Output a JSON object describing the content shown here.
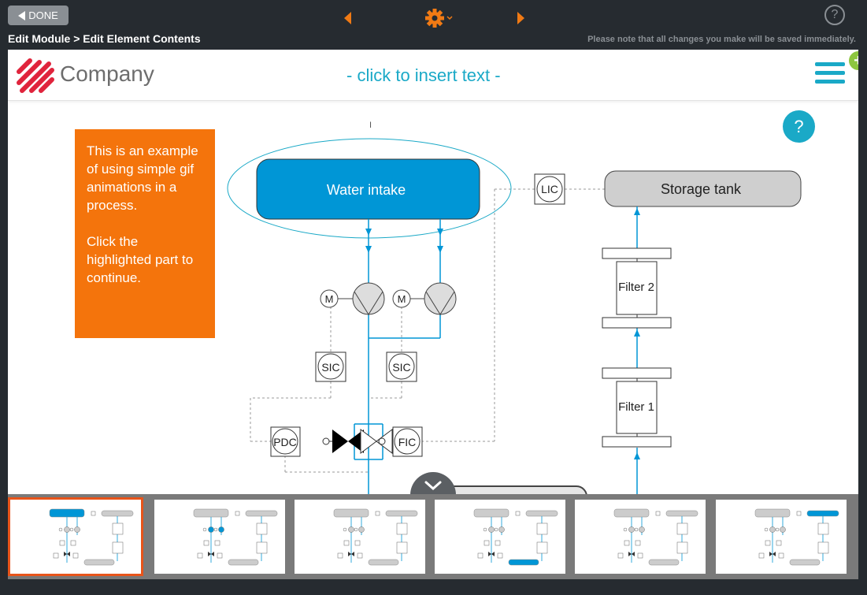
{
  "toolbar": {
    "done_label": "DONE",
    "help_label": "?",
    "breadcrumb": "Edit Module > Edit Element Contents",
    "note": "Please note that all changes you make will be saved immediately."
  },
  "header": {
    "company": "Company",
    "insert_text": "- click to insert text -"
  },
  "content": {
    "help_label": "?",
    "info_line1": "This is an example of using simple gif animations in a process.",
    "info_line2": "Click the highlighted part to continue."
  },
  "diagram": {
    "marker": "I",
    "water_intake": "Water intake",
    "storage_tank": "Storage tank",
    "lic": "LIC",
    "filter2": "Filter 2",
    "filter1": "Filter 1",
    "motor": "M",
    "sic": "SIC",
    "pdc": "PDC",
    "fic": "FIC"
  },
  "thumbnails": [
    {
      "highlight": "water"
    },
    {
      "highlight": "pumps"
    },
    {
      "highlight": "none"
    },
    {
      "highlight": "treatment"
    },
    {
      "highlight": "none"
    },
    {
      "highlight": "storage"
    }
  ],
  "colors": {
    "accent_orange": "#f4740c",
    "accent_blue": "#1aa9c7",
    "water_blue": "#0096d6",
    "thumb_selected": "#e8541a"
  }
}
